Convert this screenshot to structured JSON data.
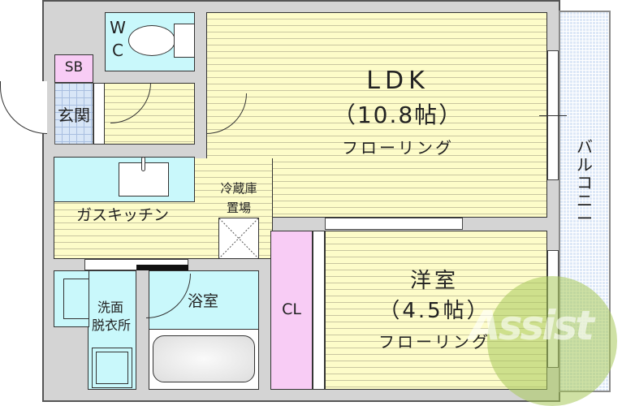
{
  "floorplan": {
    "rooms": {
      "ldk": {
        "name": "LDK",
        "size": "（10.8帖）",
        "floor": "フローリング"
      },
      "western": {
        "name": "洋室",
        "size": "（4.5帖）",
        "floor": "フローリング"
      },
      "wc": {
        "line1": "W",
        "line2": "C"
      },
      "shoe_box": "SB",
      "entrance": "玄関",
      "kitchen": "ガスキッチン",
      "fridge": {
        "line1": "冷蔵庫",
        "line2": "置場"
      },
      "washroom": {
        "line1": "洗面",
        "line2": "脱衣所"
      },
      "bathroom": "浴室",
      "closet": "CL",
      "balcony": "バルコニー"
    },
    "watermark": "Assist",
    "colors": {
      "floor": "#fdfcc9",
      "wet_area": "#c9f8fb",
      "storage": "#f8ccf5",
      "entrance_tile": "#d8e6f7",
      "wall": "#d4d4d4",
      "watermark_green": "#a8c95a",
      "watermark_red": "#e05050"
    }
  }
}
